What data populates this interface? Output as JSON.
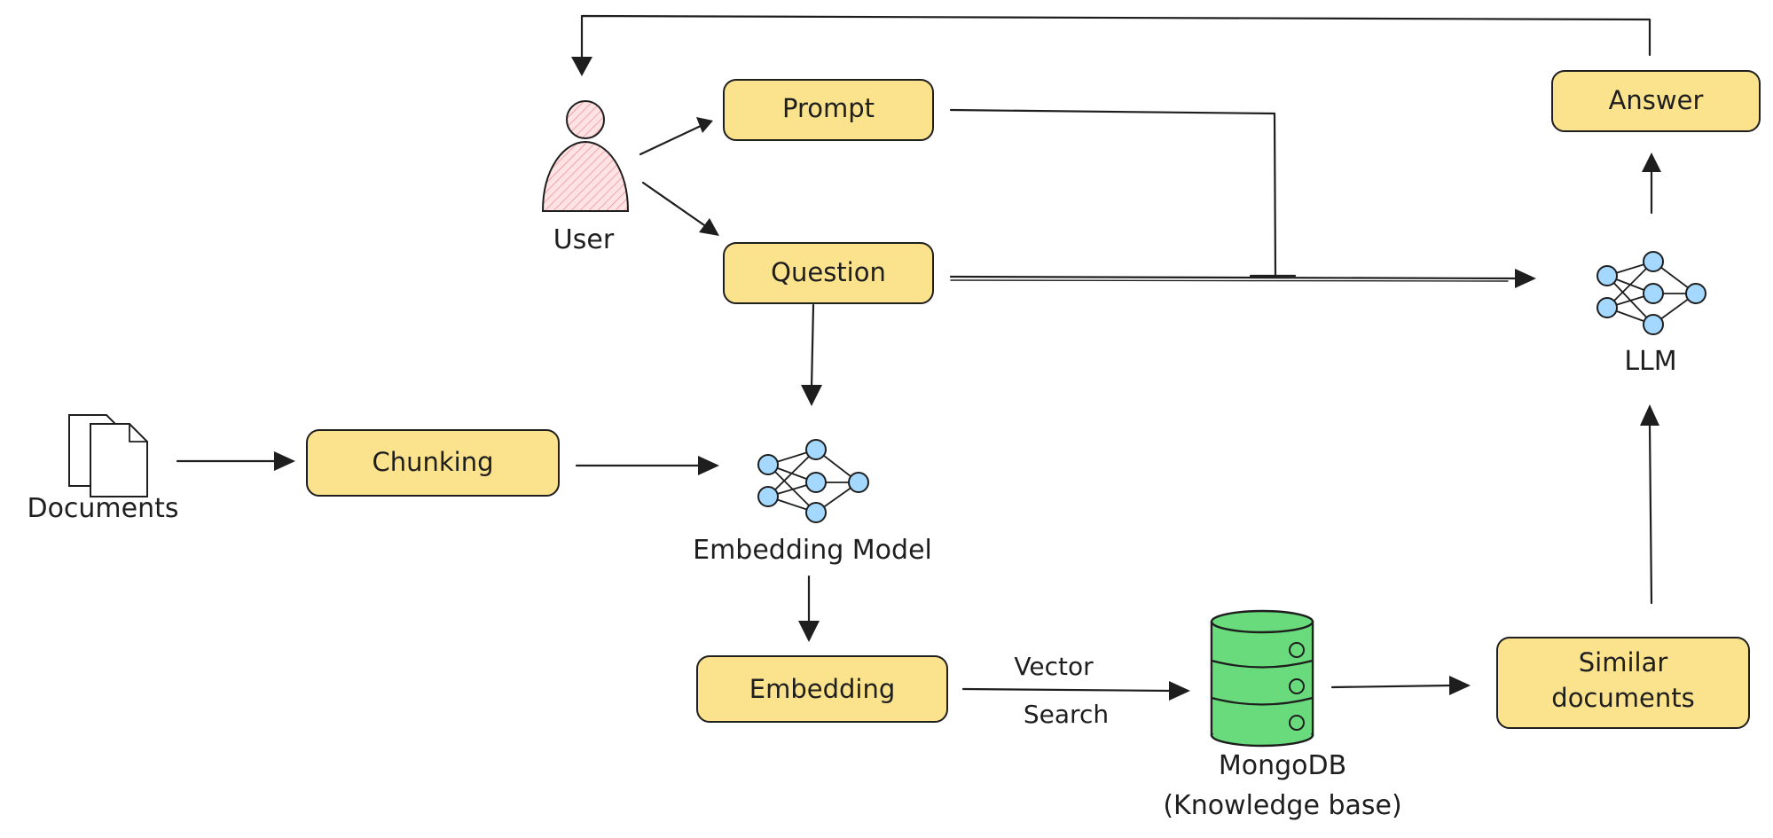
{
  "nodes": {
    "user": "User",
    "prompt": "Prompt",
    "question": "Question",
    "answer": "Answer",
    "llm": "LLM",
    "documents": "Documents",
    "chunking": "Chunking",
    "embedding_model": "Embedding Model",
    "embedding": "Embedding",
    "mongodb_line1": "MongoDB",
    "mongodb_line2": "(Knowledge base)",
    "similar_line1": "Similar",
    "similar_line2": "documents"
  },
  "edges": {
    "vector_search_line1": "Vector",
    "vector_search_line2": "Search"
  },
  "colors": {
    "box_fill": "#fbe38e",
    "node_fill": "#a5d8ff",
    "database_fill": "#69db7c",
    "user_fill": "#ffc9c9",
    "stroke": "#1e1e1e"
  },
  "icons": [
    "user-icon",
    "documents-icon",
    "neural-network-icon",
    "database-icon"
  ]
}
